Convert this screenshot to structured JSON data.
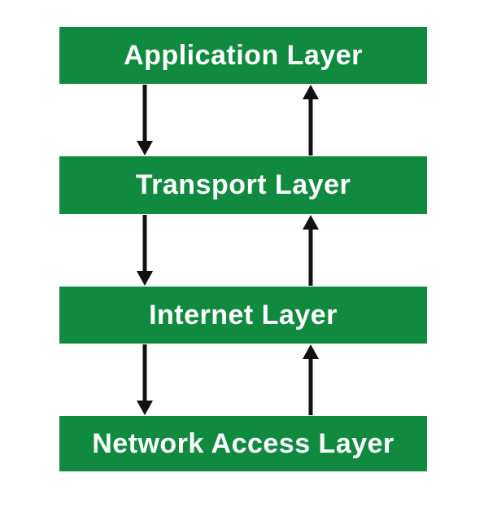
{
  "diagram": {
    "type": "layered-flow-diagram",
    "layers": [
      {
        "label": "Application Layer"
      },
      {
        "label": "Transport Layer"
      },
      {
        "label": "Internet Layer"
      },
      {
        "label": "Network Access Layer"
      }
    ],
    "arrows": [
      {
        "direction": "down",
        "from": "Application Layer",
        "to": "Transport Layer"
      },
      {
        "direction": "up",
        "from": "Transport Layer",
        "to": "Application Layer"
      },
      {
        "direction": "down",
        "from": "Transport Layer",
        "to": "Internet Layer"
      },
      {
        "direction": "up",
        "from": "Internet Layer",
        "to": "Transport Layer"
      },
      {
        "direction": "down",
        "from": "Internet Layer",
        "to": "Network Access Layer"
      },
      {
        "direction": "up",
        "from": "Network Access Layer",
        "to": "Internet Layer"
      }
    ],
    "colors": {
      "bar_background": "#0f8a3e",
      "bar_text": "#ffffff",
      "arrow": "#111111",
      "page_background": "#ffffff"
    }
  }
}
